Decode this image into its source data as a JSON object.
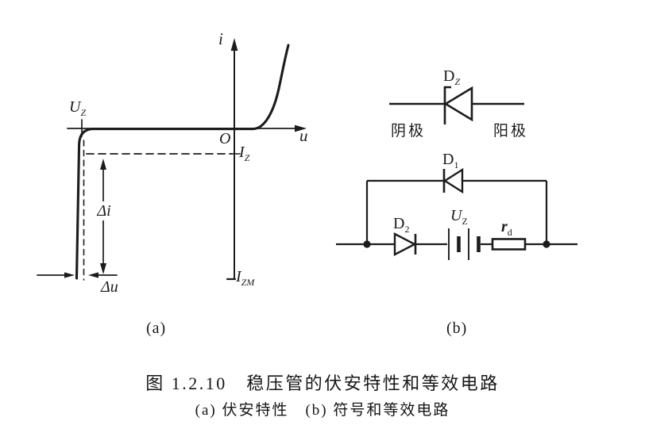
{
  "colors": {
    "ink": "#1c1c1c",
    "background": "#ffffff"
  },
  "figure": {
    "graph_a": {
      "i_axis": "i",
      "u_axis": "u",
      "origin": "O",
      "u_z": {
        "main": "U",
        "sub": "Z"
      },
      "i_z": {
        "main": "I",
        "sub": "Z"
      },
      "i_zm": {
        "main": "I",
        "sub": "ZM"
      },
      "delta_i": "Δi",
      "delta_u": "Δu",
      "sublabel": "(a)"
    },
    "circuit_b": {
      "zener": {
        "label_main": "D",
        "label_sub": "Z",
        "cathode": "阴极",
        "anode": "阳极"
      },
      "d1": {
        "main": "D",
        "sub": "1"
      },
      "d2": {
        "main": "D",
        "sub": "2"
      },
      "u_z": {
        "main": "U",
        "sub": "Z"
      },
      "r_d": {
        "main": "r",
        "sub": "d"
      },
      "sublabel": "(b)"
    },
    "caption": {
      "line1": "图 1.2.10　稳压管的伏安特性和等效电路",
      "line2": "(a) 伏安特性　(b) 符号和等效电路"
    }
  }
}
